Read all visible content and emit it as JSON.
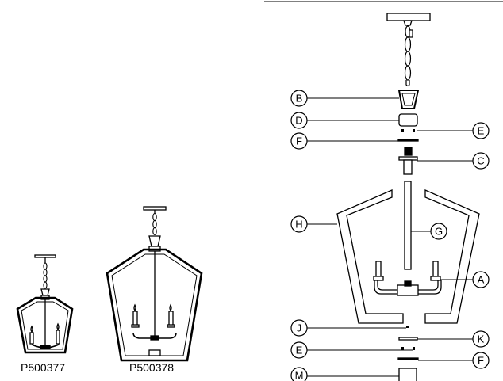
{
  "models": [
    {
      "label": "P500377"
    },
    {
      "label": "P500378"
    }
  ],
  "callouts": {
    "A": "A",
    "B": "B",
    "C": "C",
    "D": "D",
    "E": "E",
    "F": "F",
    "G": "G",
    "H": "H",
    "J": "J",
    "K": "K",
    "M": "M"
  },
  "colors": {
    "stroke": "#000000",
    "background": "#ffffff"
  }
}
